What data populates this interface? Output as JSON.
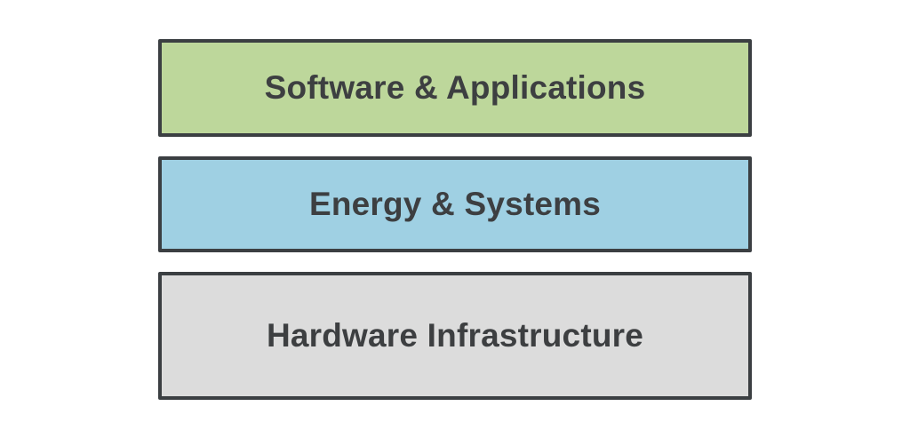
{
  "diagram": {
    "layers": [
      {
        "label": "Software & Applications",
        "color": "#bdd79b"
      },
      {
        "label": "Energy & Systems",
        "color": "#9fd0e3"
      },
      {
        "label": "Hardware Infrastructure",
        "color": "#dcdcdc"
      }
    ],
    "border_color": "#3b3f42",
    "text_color": "#3d3f41"
  }
}
